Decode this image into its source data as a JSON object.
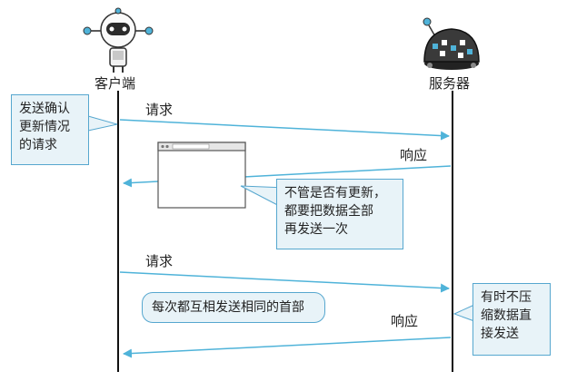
{
  "client": {
    "label": "客户端"
  },
  "server": {
    "label": "服务器"
  },
  "messages": {
    "request_1": "请求",
    "response_1": "响应",
    "request_2": "请求",
    "response_2": "响应"
  },
  "notes": {
    "confirm_update": "发送确认\n更新情况\n的请求",
    "resend_all": "不管是否有更新，\n都要把数据全部\n再发送一次",
    "same_headers": "每次都互相发送相同的首部",
    "uncompressed": "有时不压\n缩数据直\n接发送"
  },
  "colors": {
    "arrow": "#4fb3d9",
    "note_fill": "#e8f3f8",
    "note_border": "#56a7cf",
    "lifeline": "#111111"
  }
}
